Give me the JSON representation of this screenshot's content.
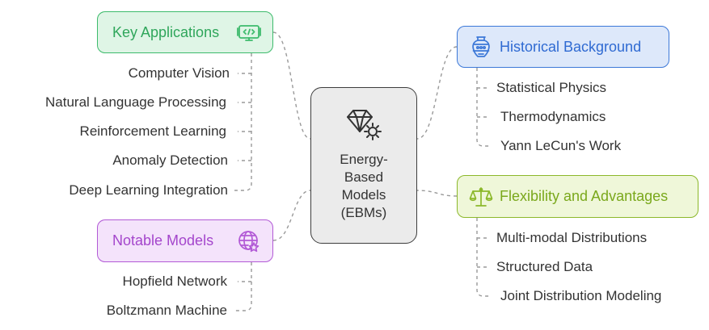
{
  "center": {
    "title": "Energy-\nBased\nModels\n(EBMs)",
    "icon": "gem-gear-icon"
  },
  "branches": {
    "key_applications": {
      "title": "Key Applications",
      "icon": "monitor-code-icon",
      "color": "#3dbb6c",
      "fill": "#dff5e6",
      "items": [
        "Computer Vision",
        "Natural Language Processing",
        "Reinforcement Learning",
        "Anomaly Detection",
        "Deep Learning Integration"
      ]
    },
    "notable_models": {
      "title": "Notable Models",
      "icon": "globe-star-icon",
      "color": "#b25ad6",
      "fill": "#f4e3fb",
      "items": [
        "Hopfield Network",
        "Boltzmann Machine"
      ]
    },
    "historical_background": {
      "title": "Historical Background",
      "icon": "vase-icon",
      "color": "#3c78d8",
      "fill": "#dde8fa",
      "items": [
        "Statistical Physics",
        "Thermodynamics",
        "Yann LeCun's Work"
      ]
    },
    "flexibility_advantages": {
      "title": "Flexibility and Advantages",
      "icon": "balance-scale-icon",
      "color": "#8cb82a",
      "fill": "#eff7d9",
      "items": [
        "Multi-modal Distributions",
        "Structured Data",
        "Joint Distribution Modeling"
      ]
    }
  }
}
